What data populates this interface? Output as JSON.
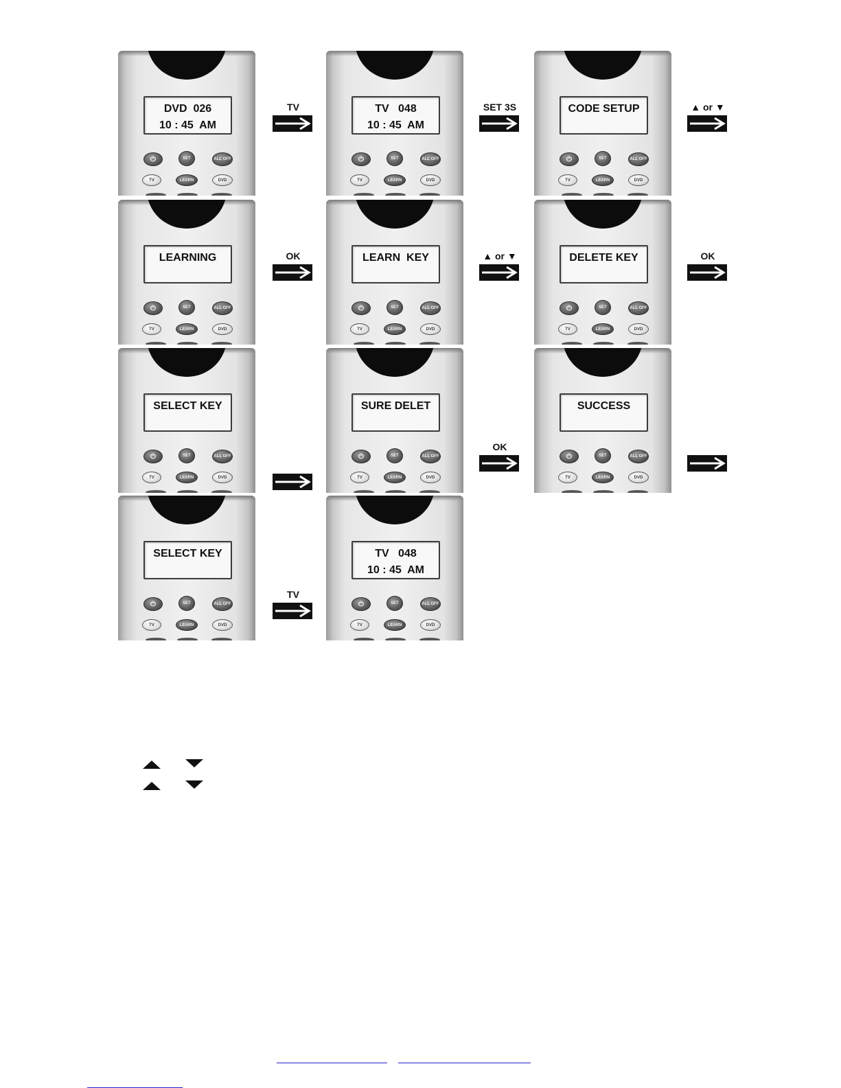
{
  "panels": [
    {
      "lines": [
        "DVD  026",
        "10 : 45  AM"
      ]
    },
    {
      "lines": [
        "TV   048",
        "10 : 45  AM"
      ]
    },
    {
      "lines": [
        "CODE SETUP",
        ""
      ]
    },
    {
      "lines": [
        "LEARNING",
        ""
      ]
    },
    {
      "lines": [
        "LEARN  KEY",
        ""
      ]
    },
    {
      "lines": [
        "DELETE KEY",
        ""
      ]
    },
    {
      "lines": [
        "SELECT KEY",
        ""
      ]
    },
    {
      "lines": [
        "SURE DELET",
        ""
      ]
    },
    {
      "lines": [
        "SUCCESS",
        ""
      ]
    },
    {
      "lines": [
        "SELECT KEY",
        ""
      ]
    },
    {
      "lines": [
        "TV   048",
        "10 : 45  AM"
      ]
    }
  ],
  "remote_buttons": {
    "power": "⏻",
    "set": "SET",
    "all_off": "ALL OFF",
    "tv": "TV",
    "learn": "LEARN",
    "dvd": "DVD"
  },
  "arrows": [
    {
      "label": "TV"
    },
    {
      "label": "SET 3S"
    },
    {
      "label": "▲ or ▼"
    },
    {
      "label": "OK"
    },
    {
      "label": "▲ or ▼"
    },
    {
      "label": "OK"
    },
    {
      "label": ""
    },
    {
      "label": "OK"
    },
    {
      "label": ""
    },
    {
      "label": "TV"
    }
  ],
  "legend_icons": [
    "up-triangle-icon",
    "down-triangle-icon"
  ],
  "colors": {
    "link_underline": "#2222cc",
    "text": "#111111"
  }
}
